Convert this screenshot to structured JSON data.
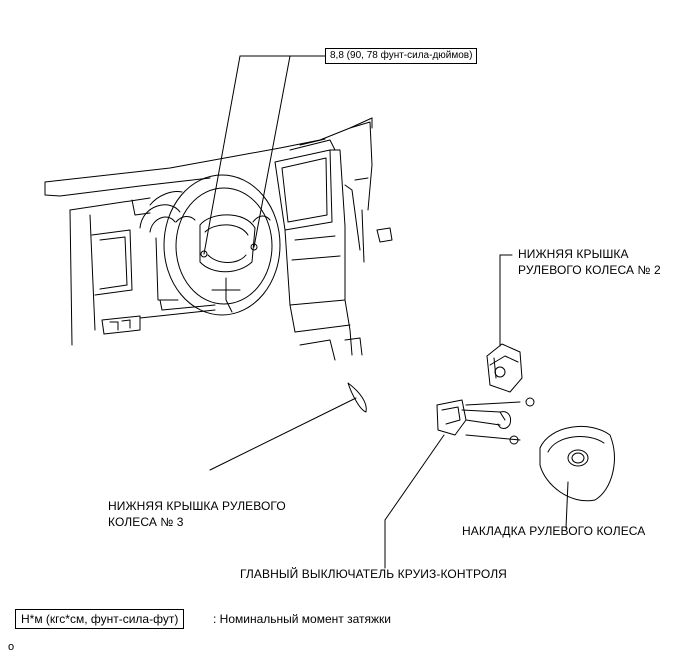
{
  "torque": {
    "value": "8,8 (90, 78 фунт-сила-дюймов)"
  },
  "labels": {
    "lower_cover_2_line1": "НИЖНЯЯ КРЫШКА",
    "lower_cover_2_line2": "РУЛЕВОГО КОЛЕСА № 2",
    "lower_cover_3_line1": "НИЖНЯЯ КРЫШКА РУЛЕВОГО",
    "lower_cover_3_line2": "КОЛЕСА № 3",
    "wheel_pad": "НАКЛАДКА РУЛЕВОГО КОЛЕСА",
    "cruise_switch": "ГЛАВНЫЙ ВЫКЛЮЧАТЕЛЬ КРУИЗ-КОНТРОЛЯ"
  },
  "legend": {
    "unit": "Н*м (кгс*см, фунт-сила-фут)",
    "description": ": Номинальный момент затяжки"
  },
  "figure_id": "o"
}
